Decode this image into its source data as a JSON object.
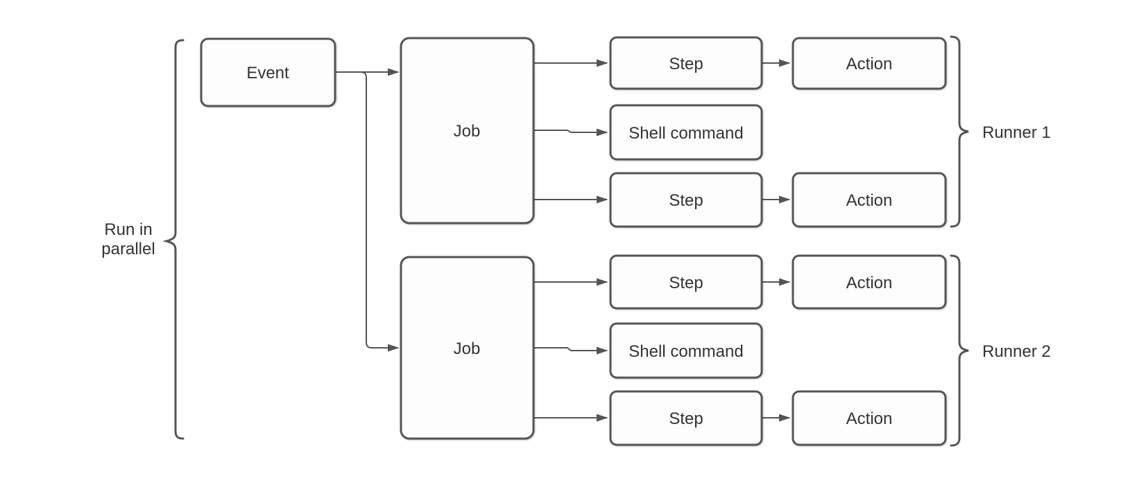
{
  "diagram": {
    "title": "GitHub Actions workflow components diagram",
    "colors": {
      "background": "#ffffff",
      "node_fill": "#fdfdfd",
      "stroke": "#545454",
      "text": "#333333"
    },
    "nodes": {
      "event": {
        "label": "Event"
      },
      "job1": {
        "label": "Job"
      },
      "job2": {
        "label": "Job"
      },
      "step1": {
        "label": "Step"
      },
      "shell1": {
        "label": "Shell command"
      },
      "step2": {
        "label": "Step"
      },
      "step3": {
        "label": "Step"
      },
      "shell2": {
        "label": "Shell command"
      },
      "step4": {
        "label": "Step"
      },
      "action1": {
        "label": "Action"
      },
      "action2": {
        "label": "Action"
      },
      "action3": {
        "label": "Action"
      },
      "action4": {
        "label": "Action"
      }
    },
    "annotations": {
      "run_in_parallel": {
        "line1": "Run in",
        "line2": "parallel"
      },
      "runner1": {
        "label": "Runner 1"
      },
      "runner2": {
        "label": "Runner 2"
      }
    }
  }
}
